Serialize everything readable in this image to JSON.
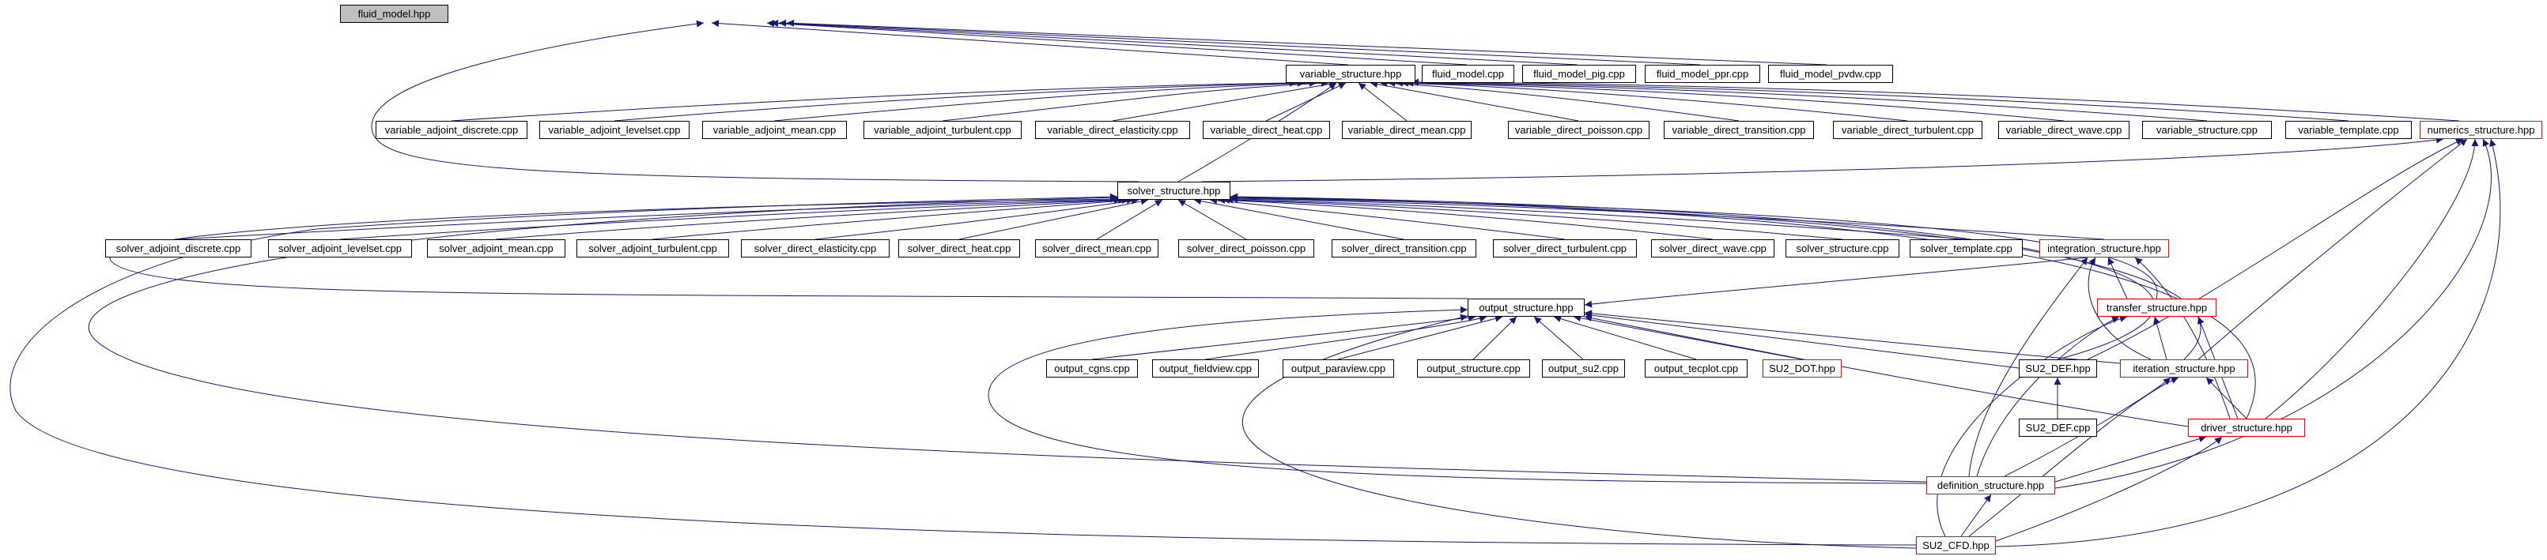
{
  "diagram": {
    "type": "include-dependency-graph",
    "colors": {
      "edge": "#191970",
      "box_border": "#000000",
      "incomplete_border": "#ff0000",
      "root_fill": "#bfbfbf"
    },
    "nodes": {
      "fluid_model_hpp": {
        "label": "fluid_model.hpp",
        "kind": "root"
      },
      "variable_structure_hpp": {
        "label": "variable_structure.hpp",
        "kind": "normal"
      },
      "fluid_model_cpp": {
        "label": "fluid_model.cpp",
        "kind": "normal"
      },
      "fluid_model_pig_cpp": {
        "label": "fluid_model_pig.cpp",
        "kind": "normal"
      },
      "fluid_model_ppr_cpp": {
        "label": "fluid_model_ppr.cpp",
        "kind": "normal"
      },
      "fluid_model_pvdw_cpp": {
        "label": "fluid_model_pvdw.cpp",
        "kind": "normal"
      },
      "variable_adjoint_discrete_cpp": {
        "label": "variable_adjoint_discrete.cpp",
        "kind": "normal"
      },
      "variable_adjoint_levelset_cpp": {
        "label": "variable_adjoint_levelset.cpp",
        "kind": "normal"
      },
      "variable_adjoint_mean_cpp": {
        "label": "variable_adjoint_mean.cpp",
        "kind": "normal"
      },
      "variable_adjoint_turbulent_cpp": {
        "label": "variable_adjoint_turbulent.cpp",
        "kind": "normal"
      },
      "variable_direct_elasticity_cpp": {
        "label": "variable_direct_elasticity.cpp",
        "kind": "normal"
      },
      "variable_direct_heat_cpp": {
        "label": "variable_direct_heat.cpp",
        "kind": "normal"
      },
      "variable_direct_mean_cpp": {
        "label": "variable_direct_mean.cpp",
        "kind": "normal"
      },
      "variable_direct_poisson_cpp": {
        "label": "variable_direct_poisson.cpp",
        "kind": "normal"
      },
      "variable_direct_transition_cpp": {
        "label": "variable_direct_transition.cpp",
        "kind": "normal"
      },
      "variable_direct_turbulent_cpp": {
        "label": "variable_direct_turbulent.cpp",
        "kind": "normal"
      },
      "variable_direct_wave_cpp": {
        "label": "variable_direct_wave.cpp",
        "kind": "normal"
      },
      "variable_structure_cpp": {
        "label": "variable_structure.cpp",
        "kind": "normal"
      },
      "variable_template_cpp": {
        "label": "variable_template.cpp",
        "kind": "normal"
      },
      "numerics_structure_hpp": {
        "label": "numerics_structure.hpp",
        "kind": "incomplete"
      },
      "solver_structure_hpp": {
        "label": "solver_structure.hpp",
        "kind": "normal"
      },
      "solver_adjoint_discrete_cpp": {
        "label": "solver_adjoint_discrete.cpp",
        "kind": "normal"
      },
      "solver_adjoint_levelset_cpp": {
        "label": "solver_adjoint_levelset.cpp",
        "kind": "normal"
      },
      "solver_adjoint_mean_cpp": {
        "label": "solver_adjoint_mean.cpp",
        "kind": "normal"
      },
      "solver_adjoint_turbulent_cpp": {
        "label": "solver_adjoint_turbulent.cpp",
        "kind": "normal"
      },
      "solver_direct_elasticity_cpp": {
        "label": "solver_direct_elasticity.cpp",
        "kind": "normal"
      },
      "solver_direct_heat_cpp": {
        "label": "solver_direct_heat.cpp",
        "kind": "normal"
      },
      "solver_direct_mean_cpp": {
        "label": "solver_direct_mean.cpp",
        "kind": "normal"
      },
      "solver_direct_poisson_cpp": {
        "label": "solver_direct_poisson.cpp",
        "kind": "normal"
      },
      "solver_direct_transition_cpp": {
        "label": "solver_direct_transition.cpp",
        "kind": "normal"
      },
      "solver_direct_turbulent_cpp": {
        "label": "solver_direct_turbulent.cpp",
        "kind": "normal"
      },
      "solver_direct_wave_cpp": {
        "label": "solver_direct_wave.cpp",
        "kind": "normal"
      },
      "solver_structure_cpp": {
        "label": "solver_structure.cpp",
        "kind": "normal"
      },
      "solver_template_cpp": {
        "label": "solver_template.cpp",
        "kind": "normal"
      },
      "integration_structure_hpp": {
        "label": "integration_structure.hpp",
        "kind": "incomplete"
      },
      "output_structure_hpp": {
        "label": "output_structure.hpp",
        "kind": "normal"
      },
      "transfer_structure_hpp": {
        "label": "transfer_structure.hpp",
        "kind": "incomplete"
      },
      "output_cgns_cpp": {
        "label": "output_cgns.cpp",
        "kind": "normal"
      },
      "output_fieldview_cpp": {
        "label": "output_fieldview.cpp",
        "kind": "normal"
      },
      "output_paraview_cpp": {
        "label": "output_paraview.cpp",
        "kind": "normal"
      },
      "output_structure_cpp": {
        "label": "output_structure.cpp",
        "kind": "normal"
      },
      "output_su2_cpp": {
        "label": "output_su2.cpp",
        "kind": "normal"
      },
      "output_tecplot_cpp": {
        "label": "output_tecplot.cpp",
        "kind": "normal"
      },
      "su2_dot_hpp": {
        "label": "SU2_DOT.hpp",
        "kind": "incomplete"
      },
      "su2_def_hpp": {
        "label": "SU2_DEF.hpp",
        "kind": "normal"
      },
      "iteration_structure_hpp": {
        "label": "iteration_structure.hpp",
        "kind": "incomplete"
      },
      "su2_def_cpp": {
        "label": "SU2_DEF.cpp",
        "kind": "normal"
      },
      "driver_structure_hpp": {
        "label": "driver_structure.hpp",
        "kind": "incomplete"
      },
      "definition_structure_hpp": {
        "label": "definition_structure.hpp",
        "kind": "incomplete"
      },
      "su2_cfd_hpp": {
        "label": "SU2_CFD.hpp",
        "kind": "incomplete"
      }
    }
  }
}
